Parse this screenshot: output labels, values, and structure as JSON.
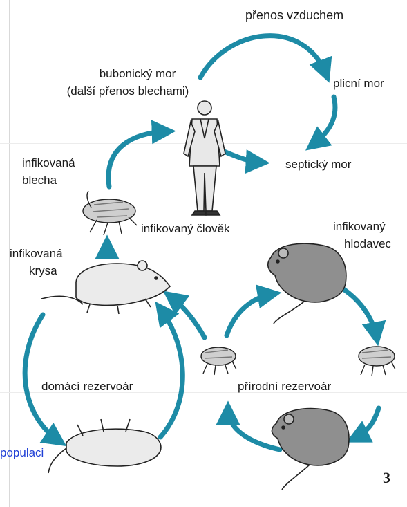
{
  "diagram": {
    "labels": {
      "airborne": "přenos vzduchem",
      "bubonic_line1": "bubonický mor",
      "bubonic_line2": "(další přenos blechami)",
      "pneumonic": "plicní mor",
      "septic": "septický mor",
      "infected_flea_line1": "infikovaná",
      "infected_flea_line2": "blecha",
      "infected_human": "infikovaný člověk",
      "infected_rodent_line1": "infikovaný",
      "infected_rodent_line2": "hlodavec",
      "infected_rat_line1": "infikovaná",
      "infected_rat_line2": "krysa",
      "domestic_reservoir": "domácí rezervoár",
      "natural_reservoir": "přírodní rezervoár"
    },
    "figure_number": "3",
    "overlay_link": "populaci",
    "icons": [
      "human-figure",
      "flea-icon",
      "rat-icon",
      "rodent-icon",
      "dead-rat-icon"
    ],
    "colors": {
      "arrow": "#1d8ba6",
      "text": "#1a1a1a",
      "link": "#1f3fd6"
    }
  }
}
